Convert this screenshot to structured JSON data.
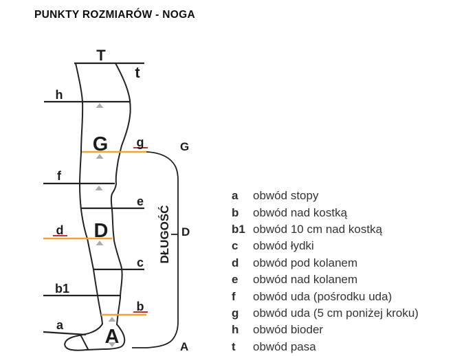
{
  "title": "PUNKTY ROZMIARÓW - NOGA",
  "colors": {
    "outline": "#222222",
    "highlight_line": "#F0A232",
    "highlight_label": "#B23230",
    "marker": "#ACACAC"
  },
  "diagram": {
    "length_label": "DŁUGOŚĆ",
    "points": {
      "T": "T",
      "t": "t",
      "h": "h",
      "G_big": "G",
      "g": "g",
      "f": "f",
      "e": "e",
      "D_big": "D",
      "d": "d",
      "c": "c",
      "b1": "b1",
      "b": "b",
      "a": "a",
      "A_big": "A"
    },
    "bracket": {
      "top": "G",
      "middle": "D",
      "bottom": "A"
    }
  },
  "legend": {
    "items": [
      {
        "key": "a",
        "label": "obwód stopy"
      },
      {
        "key": "b",
        "label": "obwód nad kostką"
      },
      {
        "key": "b1",
        "label": "obwód 10 cm nad kostką"
      },
      {
        "key": "c",
        "label": "obwód łydki"
      },
      {
        "key": "d",
        "label": "obwód pod kolanem"
      },
      {
        "key": "e",
        "label": "obwód nad kolanem"
      },
      {
        "key": "f",
        "label": "obwód uda (pośrodku uda)"
      },
      {
        "key": "g",
        "label": "obwód uda (5 cm poniżej kroku)"
      },
      {
        "key": "h",
        "label": "obwód bioder"
      },
      {
        "key": "t",
        "label": "obwód pasa"
      }
    ]
  }
}
